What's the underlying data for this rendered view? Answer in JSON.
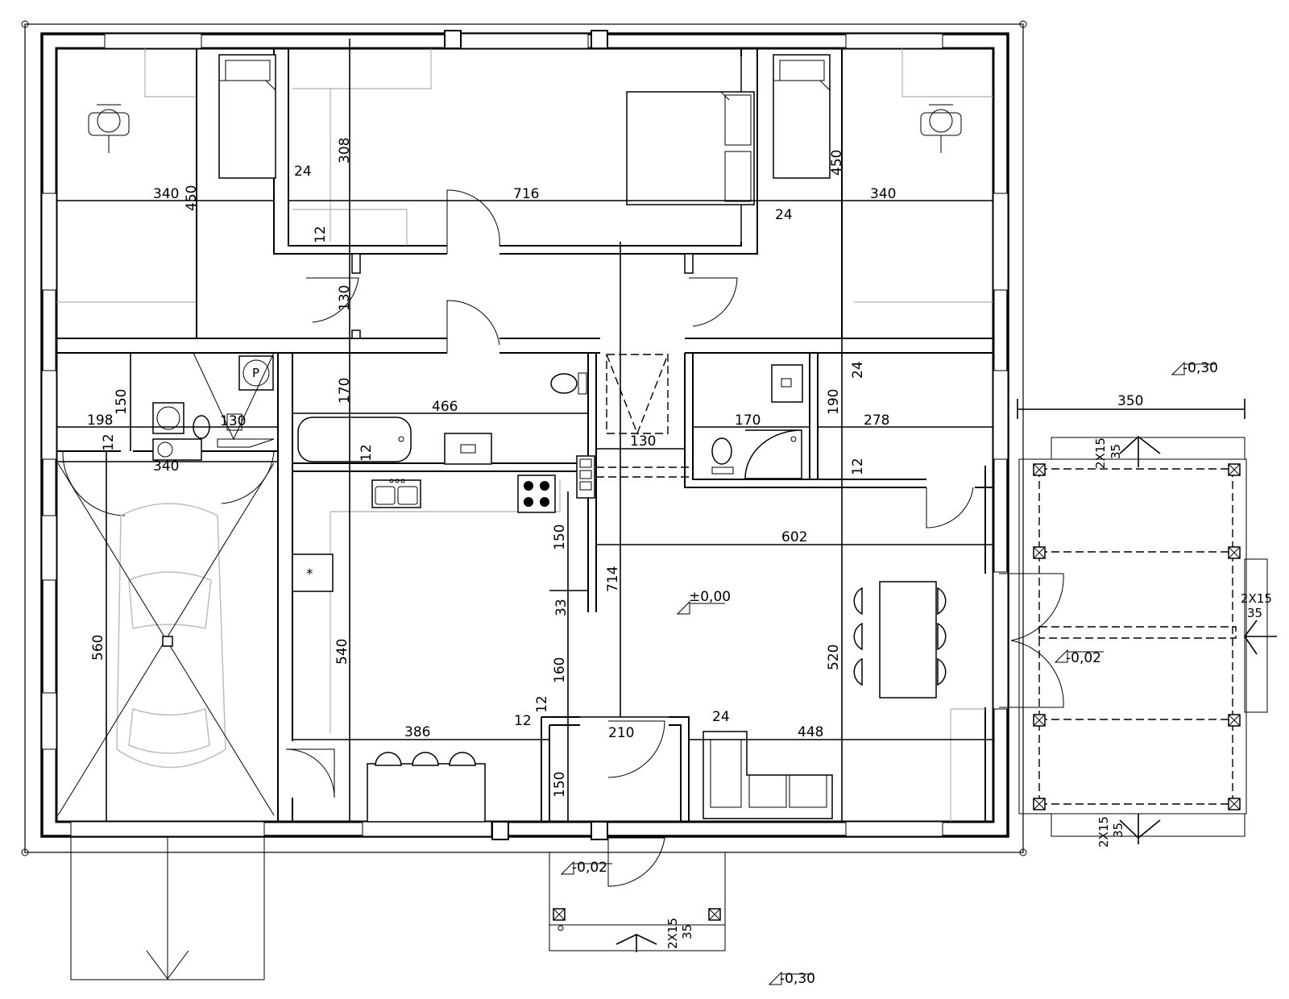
{
  "dimensions": {
    "d340_left": "340",
    "d450_left": "450",
    "d716": "716",
    "d308": "308",
    "d24_a": "24",
    "d12_a": "12",
    "d450_right": "450",
    "d340_right": "340",
    "d24_b": "24",
    "d130_hall": "130",
    "d170": "170",
    "d466": "466",
    "d12_b": "12",
    "d150_util": "150",
    "d198": "198",
    "d130_util": "130",
    "d12_util": "12",
    "d340_garage": "340",
    "d560": "560",
    "d540": "540",
    "d150_kitchen": "150",
    "d33": "33",
    "d714": "714",
    "d160": "160",
    "d12_c": "12",
    "d12_d": "12",
    "d386": "386",
    "d150_vest": "150",
    "d210": "210",
    "d24_c": "24",
    "d448": "448",
    "d520": "520",
    "d602": "602",
    "d130_bath": "130",
    "d170_bath": "170",
    "d190": "190",
    "d278": "278",
    "d24_d": "24",
    "d12_e": "12",
    "d350": "350"
  },
  "levels": {
    "interior": "±0,00",
    "terrace": "-0,02",
    "entrance": "-0,02",
    "ground_east": "-0,30",
    "ground_south": "-0,30"
  },
  "beams": {
    "terrace_top_a": "2X15",
    "terrace_top_b": "35",
    "terrace_side_a": "2X15",
    "terrace_side_b": "35",
    "terrace_bottom_a": "2X15",
    "terrace_bottom_b": "35",
    "porch_a": "2X15",
    "porch_b": "35"
  },
  "symbols": {
    "boiler_label": "P",
    "drawing_color": "#000000",
    "icons": [
      "office-chair-icon",
      "bed-icon",
      "toilet-icon",
      "sink-icon",
      "shower-icon",
      "bathtub-icon",
      "stove-icon",
      "washing-machine-icon",
      "fridge-icon",
      "dining-table-icon",
      "sofa-icon",
      "car-icon",
      "level-marker-icon"
    ]
  }
}
